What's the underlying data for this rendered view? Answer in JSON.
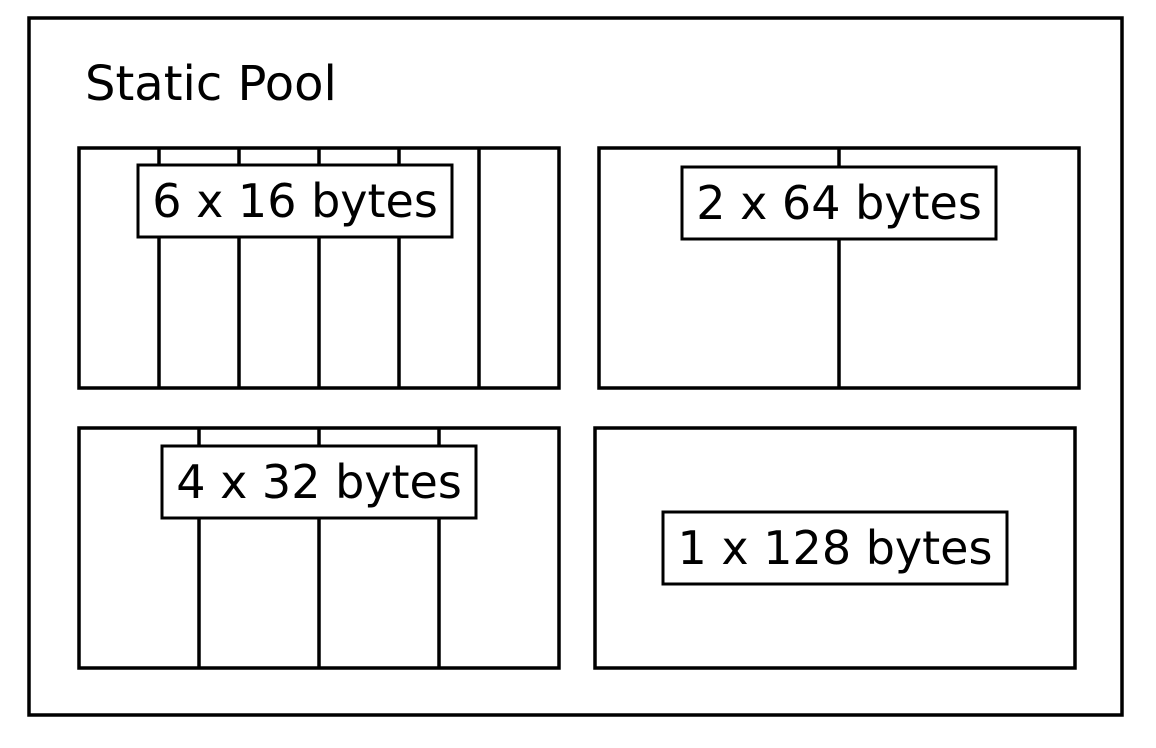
{
  "title": "Static Pool",
  "pools": [
    {
      "label": "6 x 16 bytes",
      "count": 6,
      "size_bytes": 16
    },
    {
      "label": "2 x 64 bytes",
      "count": 2,
      "size_bytes": 64
    },
    {
      "label": "4 x 32 bytes",
      "count": 4,
      "size_bytes": 32
    },
    {
      "label": "1 x 128 bytes",
      "count": 1,
      "size_bytes": 128
    }
  ],
  "colors": {
    "stroke": "#000000",
    "background": "#ffffff"
  }
}
